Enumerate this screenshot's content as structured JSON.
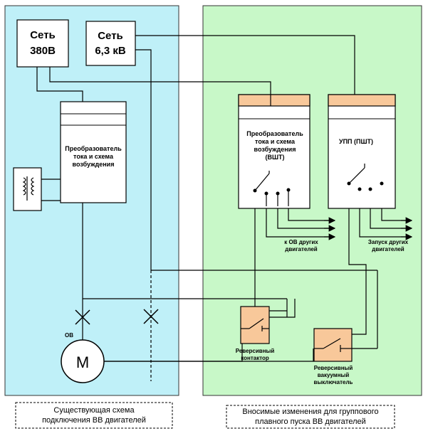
{
  "left_panel": {
    "net_380": [
      "Сеть",
      "380В"
    ],
    "net_63": [
      "Сеть",
      "6,3 кВ"
    ],
    "converter": [
      "Преобразователь",
      "тока и схема",
      "возбуждения"
    ],
    "ov_label": "ОВ",
    "motor_label": "М",
    "caption": [
      "Существующая схема",
      "подключения ВВ двигателей"
    ]
  },
  "right_panel": {
    "vsht": [
      "Преобразователь",
      "тока и схема",
      "возбуждения",
      "(ВШТ)"
    ],
    "upp": "УПП  (ПШТ)",
    "to_ov": [
      "к  ОВ   других",
      "двигателей"
    ],
    "start_other": [
      "Запуск других",
      "двигателей"
    ],
    "rev_contactor": [
      "Реверсивный",
      "контактор"
    ],
    "rev_vacuum": [
      "Реверсивный",
      "вакуумный",
      "выключатель"
    ],
    "caption": [
      "Вносимые изменения  для группового",
      "плавного пуска  ВВ двигателей"
    ]
  },
  "colors": {
    "left_bg": "#bff0f8",
    "right_bg": "#c8f8c8",
    "orange": "#f8c89a"
  }
}
